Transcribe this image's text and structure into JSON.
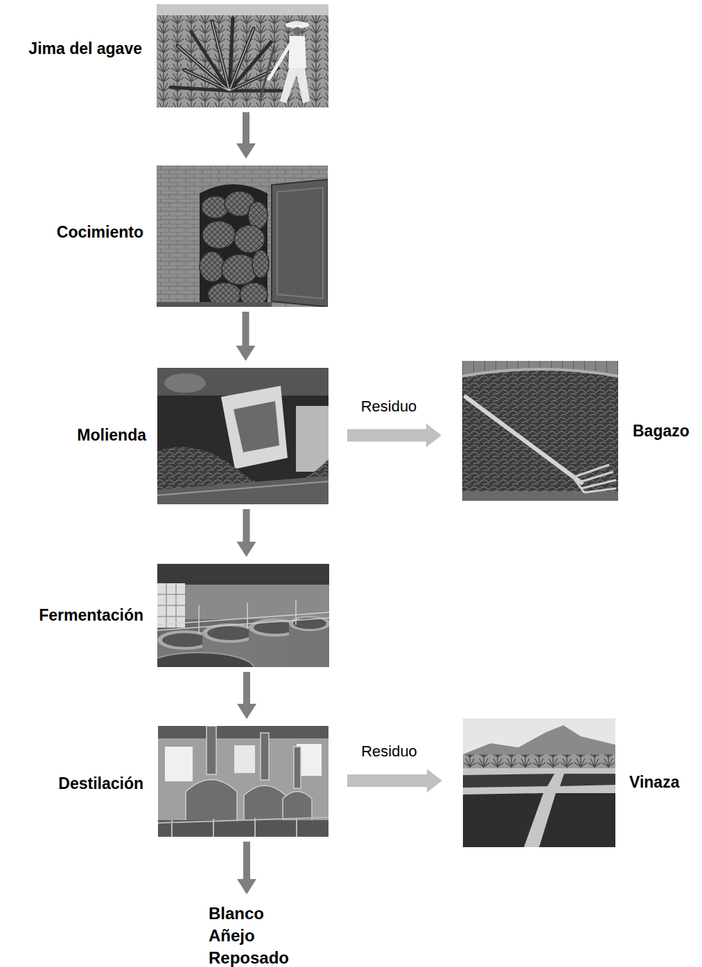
{
  "diagram": {
    "nodes": [
      {
        "text": [
          "Jima del agave"
        ]
      },
      {
        "text": [
          "Cocimiento"
        ]
      },
      {
        "text": [
          "Molienda"
        ]
      },
      {
        "text": [
          "Bagazo"
        ]
      },
      {
        "text": [
          "Fermentación"
        ]
      },
      {
        "text": [
          "Destilación"
        ]
      },
      {
        "text": [
          "Vinaza"
        ]
      },
      {
        "text": [
          "Blanco",
          "Añejo",
          "Reposado"
        ]
      }
    ],
    "edges": [
      {
        "from": 0,
        "to": 1,
        "arrow": "to"
      },
      {
        "from": 1,
        "to": 2,
        "arrow": "to"
      },
      {
        "from": 2,
        "to": 3,
        "label": "Residuo",
        "arrow": "to"
      },
      {
        "from": 2,
        "to": 4,
        "arrow": "to"
      },
      {
        "from": 4,
        "to": 5,
        "arrow": "to"
      },
      {
        "from": 5,
        "to": 6,
        "label": "Residuo",
        "arrow": "to"
      },
      {
        "from": 5,
        "to": 7,
        "arrow": "to"
      }
    ]
  }
}
